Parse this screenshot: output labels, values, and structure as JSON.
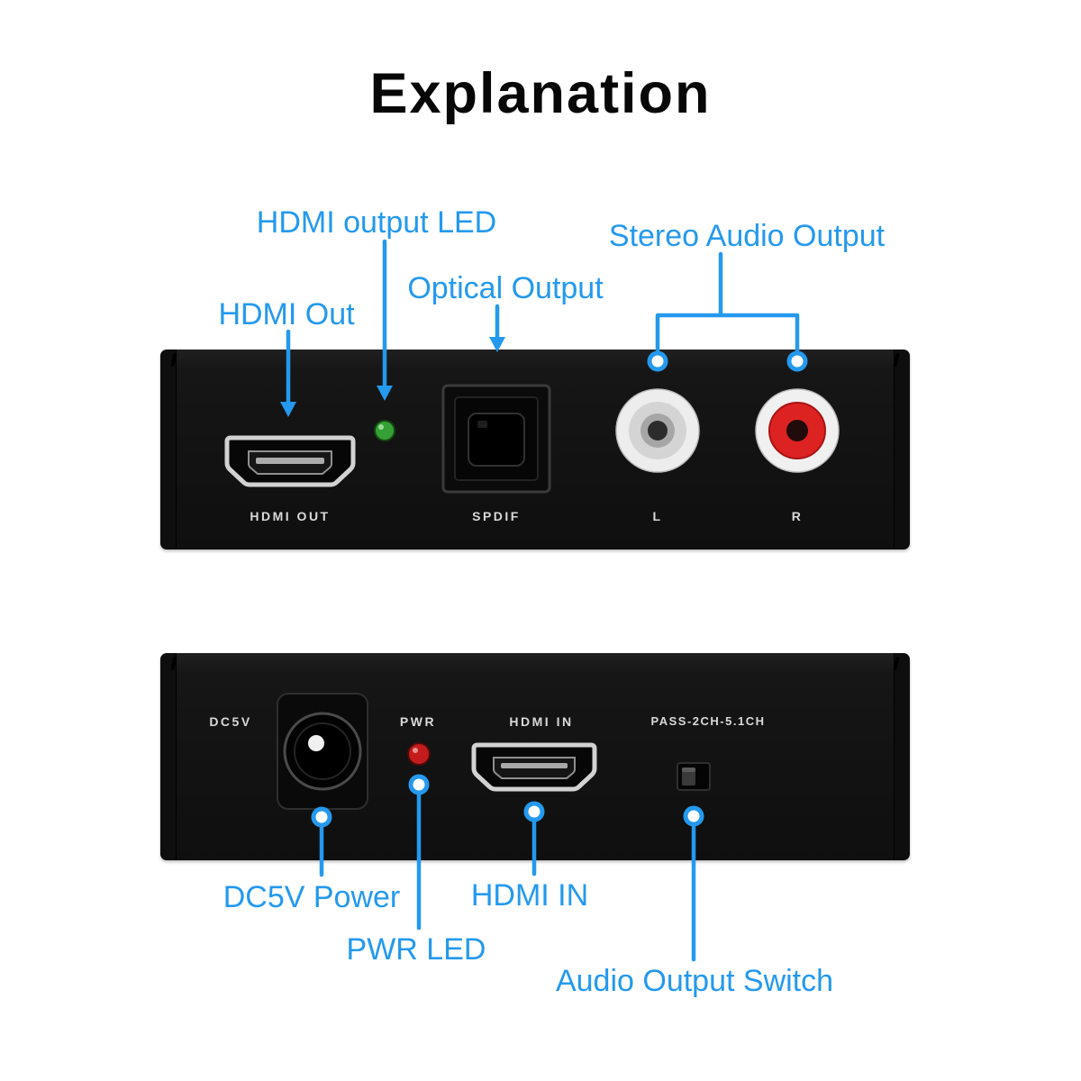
{
  "title": "Explanation",
  "colors": {
    "accent": "#2499ee",
    "panel_body": "#121212",
    "led_green": "#35a035",
    "led_red": "#c41c1c",
    "rca_red": "#dd2222"
  },
  "top_view": {
    "callouts": {
      "hdmi_out": "HDMI Out",
      "hdmi_output_led": "HDMI output LED",
      "optical_output": "Optical Output",
      "stereo_audio_output": "Stereo Audio Output"
    },
    "labels": {
      "hdmi_out": "HDMI OUT",
      "spdif": "SPDIF",
      "left": "L",
      "right": "R"
    }
  },
  "bottom_view": {
    "callouts": {
      "dc5v_power": "DC5V Power",
      "pwr_led": "PWR LED",
      "hdmi_in": "HDMI IN",
      "audio_output_switch": "Audio Output Switch"
    },
    "labels": {
      "dc5v": "DC5V",
      "pwr": "PWR",
      "hdmi_in": "HDMI IN",
      "switch": "PASS-2CH-5.1CH"
    }
  }
}
